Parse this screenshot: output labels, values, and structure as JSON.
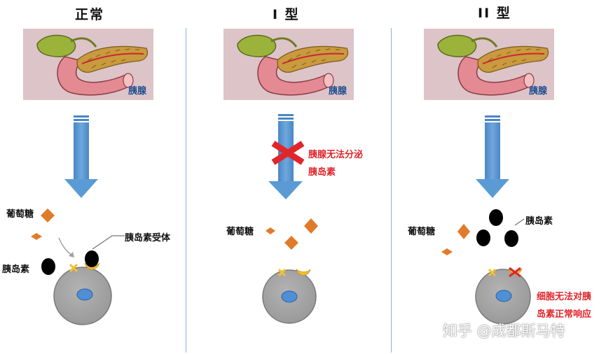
{
  "panels": {
    "normal": {
      "title": "正常",
      "pancreas_label": "胰腺",
      "glucose_label": "葡萄糖",
      "insulin_label": "胰岛素",
      "receptor_label": "胰岛素受体"
    },
    "type1": {
      "title": "I 型",
      "pancreas_label": "胰腺",
      "block_line1": "胰腺无法分泌",
      "block_line2": "胰岛素",
      "glucose_label": "葡萄糖"
    },
    "type2": {
      "title": "II 型",
      "pancreas_label": "胰腺",
      "glucose_label": "葡萄糖",
      "insulin_label": "胰岛素",
      "cell_line1": "细胞无法对胰",
      "cell_line2": "岛素正常响应"
    }
  },
  "watermark": "知乎 @成都斯马特",
  "colors": {
    "arrow": "#5b9bd5",
    "glucose": "#e07b2a",
    "cell": "#a6a6a6",
    "nucleus": "#4f8fd6",
    "receptor": "#f2c12e",
    "alert": "#e0262a",
    "divider": "#8fb0d6"
  }
}
